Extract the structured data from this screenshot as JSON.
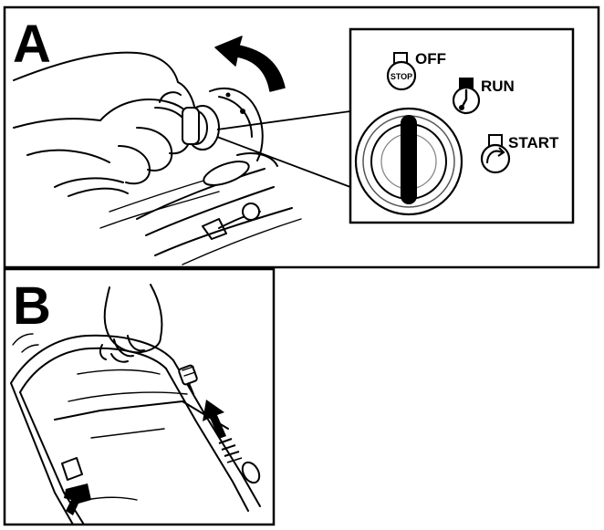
{
  "panel_a": {
    "letter": "A",
    "key_switch": {
      "positions": [
        {
          "id": "off",
          "label": "OFF",
          "icon": "fuel-stop-icon",
          "icon_text": "STOP"
        },
        {
          "id": "run",
          "label": "RUN",
          "icon": "fuel-run-icon"
        },
        {
          "id": "start",
          "label": "START",
          "icon": "fuel-start-icon"
        }
      ]
    },
    "rotation_arrow": "curved-arrow-counterclockwise"
  },
  "panel_b": {
    "letter": "B",
    "insert_arrow": "arrow-up"
  },
  "colors": {
    "ink": "#000000",
    "paper": "#ffffff",
    "dial_ring": "#d9d9d9"
  }
}
